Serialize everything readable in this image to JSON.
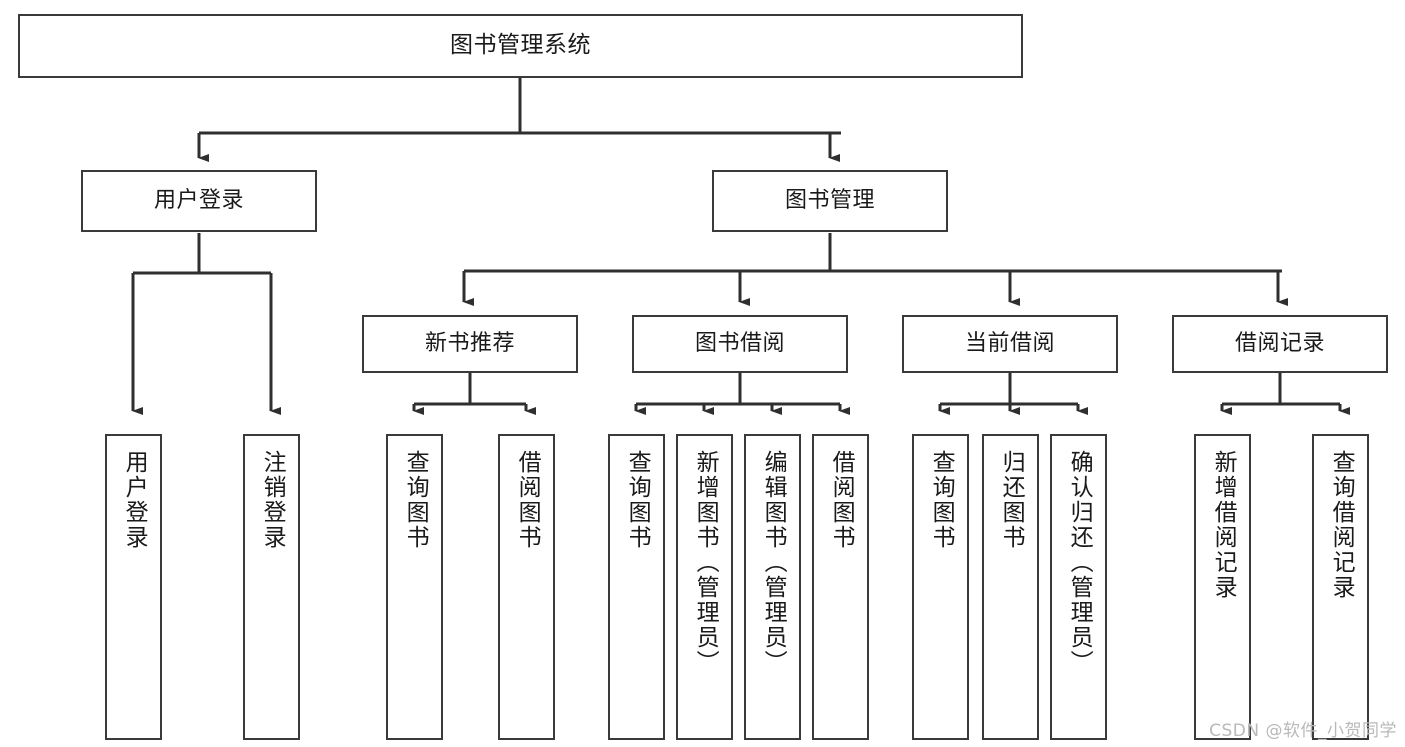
{
  "diagram": {
    "title_node": {
      "label": "图书管理系统"
    },
    "level2": [
      {
        "id": "user-login",
        "label": "用户登录"
      },
      {
        "id": "book-manage",
        "label": "图书管理"
      }
    ],
    "level3": [
      {
        "id": "new-book-recommend",
        "label": "新书推荐"
      },
      {
        "id": "book-borrow",
        "label": "图书借阅"
      },
      {
        "id": "current-borrow",
        "label": "当前借阅"
      },
      {
        "id": "borrow-record",
        "label": "借阅记录"
      }
    ],
    "leaves": {
      "user_login": [
        {
          "id": "leaf-user-login",
          "label": "用户登录"
        },
        {
          "id": "leaf-logout-login",
          "label": "注销登录"
        }
      ],
      "new_book_recommend": [
        {
          "id": "leaf-query-book-1",
          "label": "查询图书"
        },
        {
          "id": "leaf-borrow-book-1",
          "label": "借阅图书"
        }
      ],
      "book_borrow": [
        {
          "id": "leaf-query-book-2",
          "label": "查询图书"
        },
        {
          "id": "leaf-add-book",
          "label": "新增图书（管理员）"
        },
        {
          "id": "leaf-edit-book",
          "label": "编辑图书（管理员）"
        },
        {
          "id": "leaf-borrow-book-2",
          "label": "借阅图书"
        }
      ],
      "current_borrow": [
        {
          "id": "leaf-query-book-3",
          "label": "查询图书"
        },
        {
          "id": "leaf-return-book",
          "label": "归还图书"
        },
        {
          "id": "leaf-confirm-return",
          "label": "确认归还（管理员）"
        }
      ],
      "borrow_record": [
        {
          "id": "leaf-add-record",
          "label": "新增借阅记录"
        },
        {
          "id": "leaf-query-record",
          "label": "查询借阅记录"
        }
      ]
    }
  },
  "watermark": {
    "text": "CSDN @软件_小贺同学"
  },
  "colors": {
    "stroke": "#3a3a3a",
    "background": "#ffffff",
    "text": "#1a1a1a",
    "watermark": "#b9b9b9"
  }
}
